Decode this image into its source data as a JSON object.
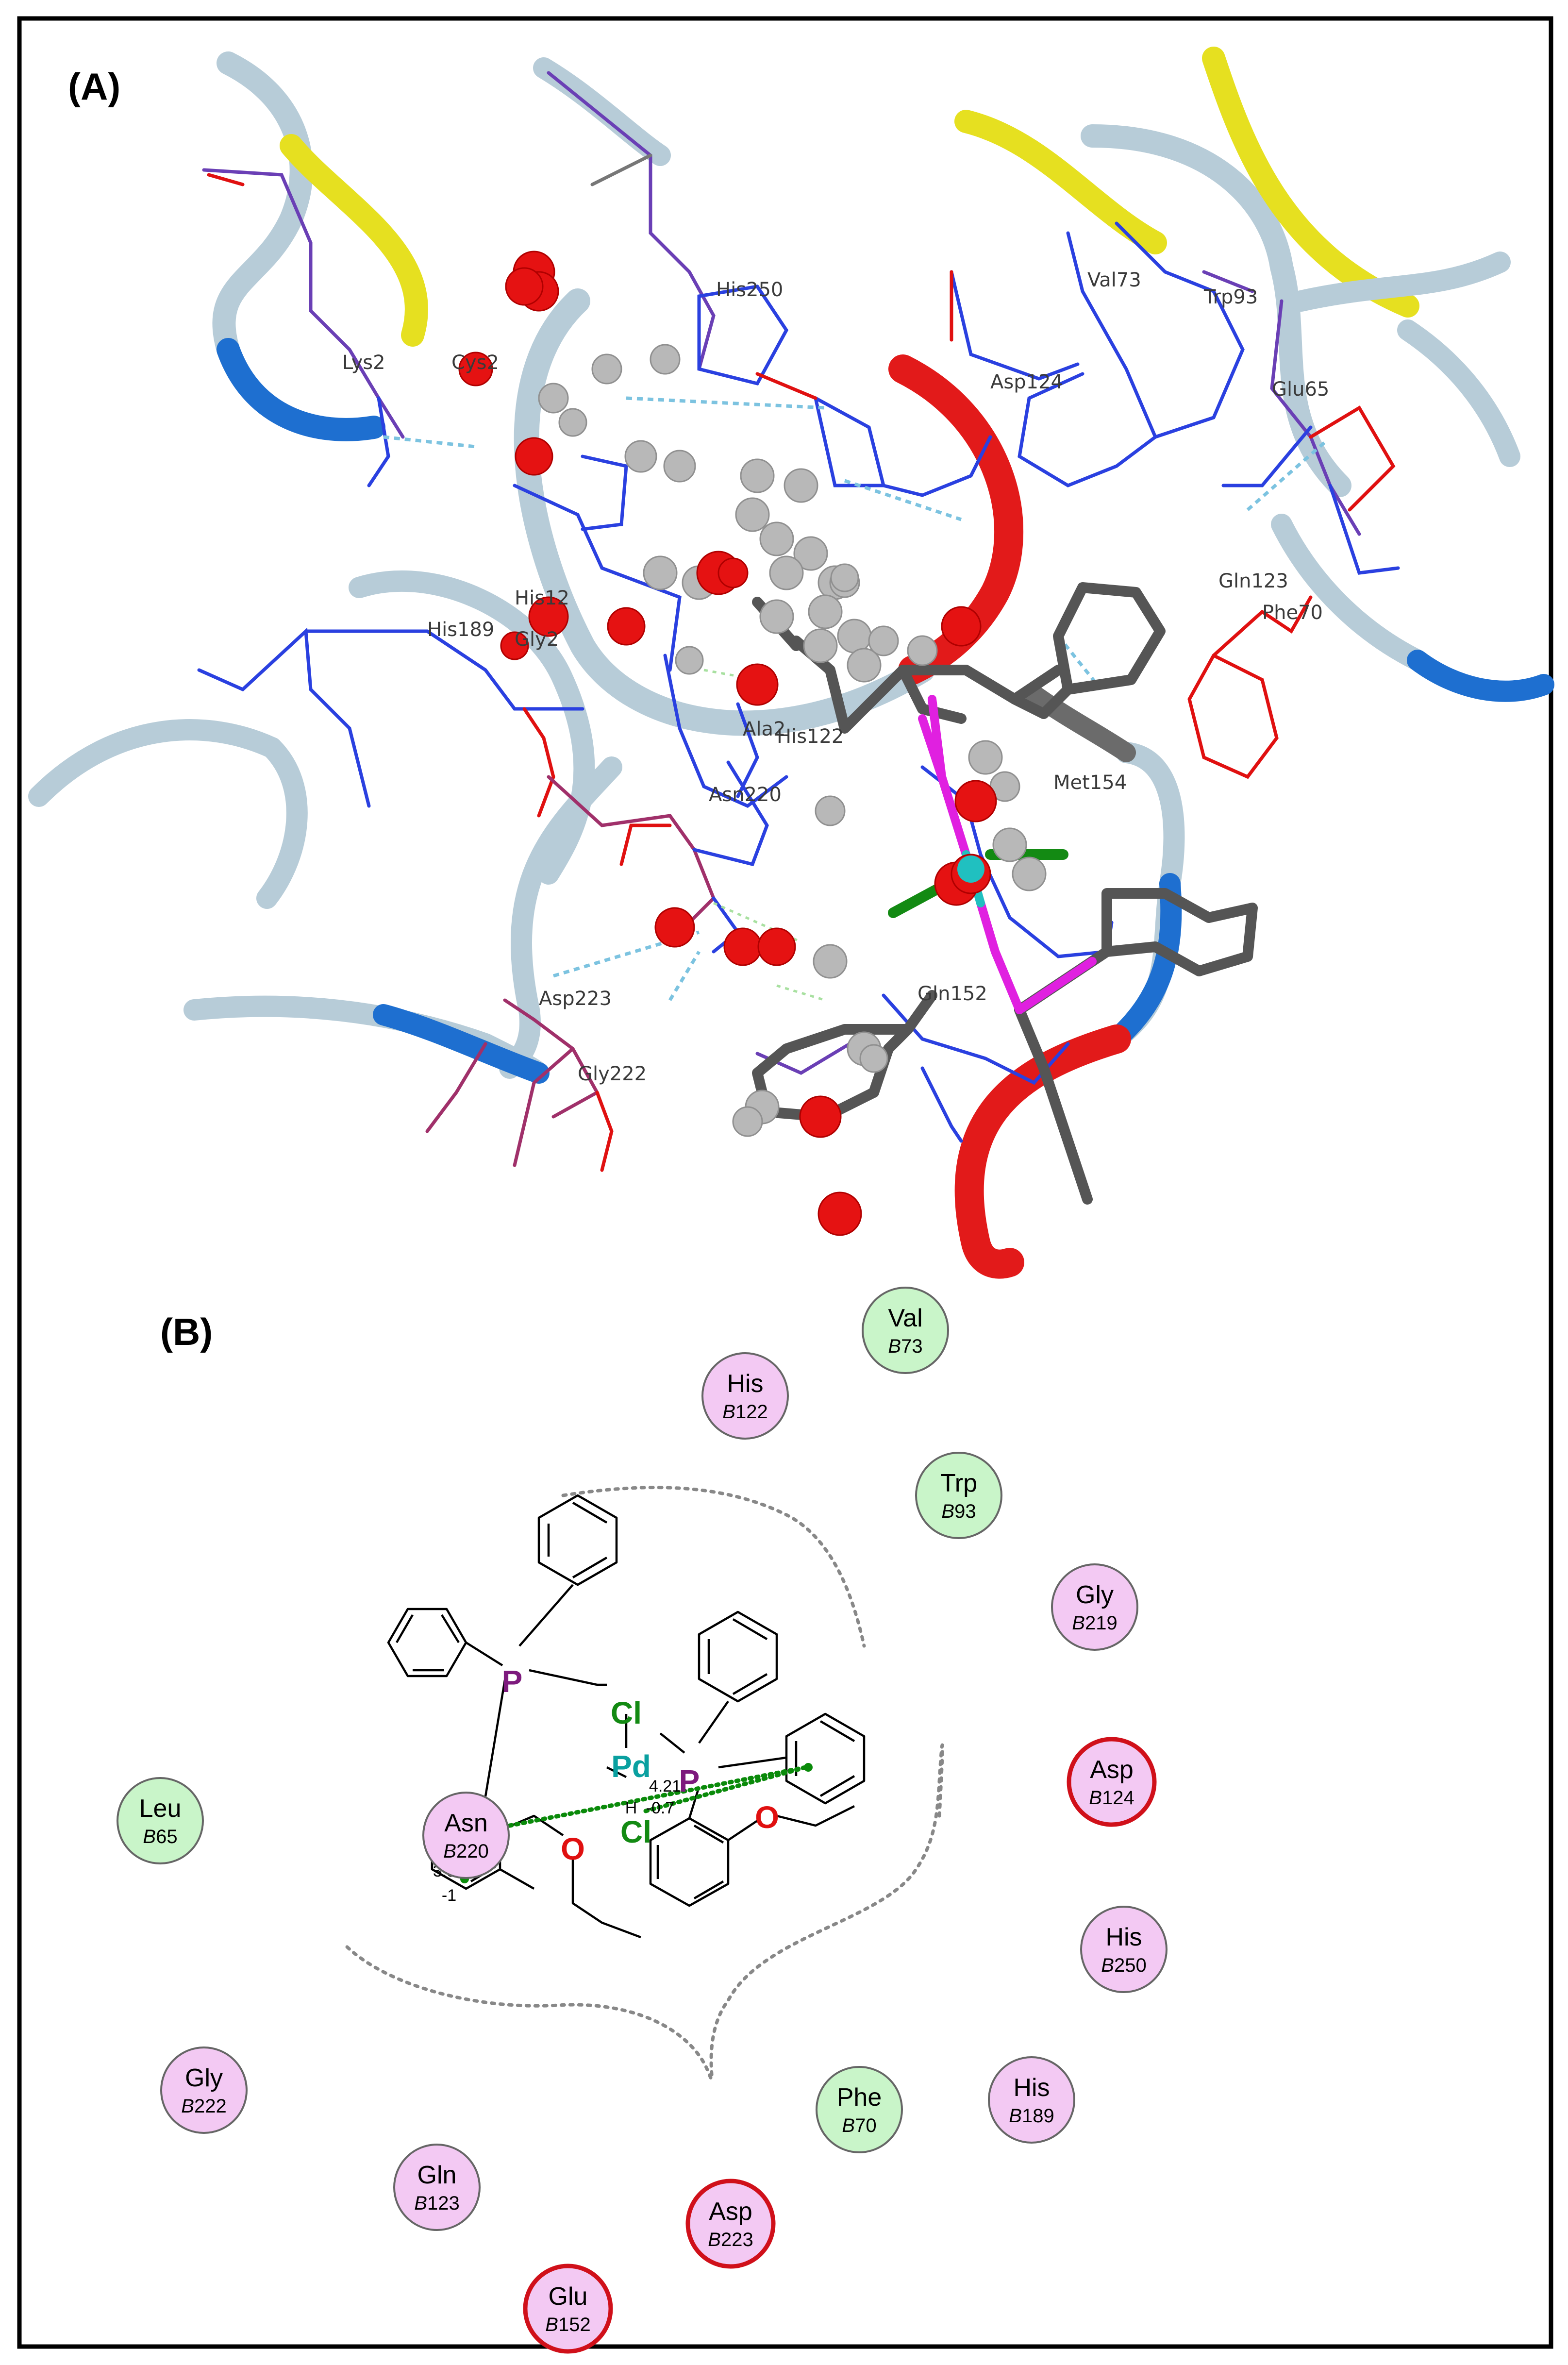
{
  "panels": {
    "a_label": "(A)",
    "b_label": "(B)"
  },
  "panel_a": {
    "residue_labels": [
      {
        "key": "his250",
        "text": "His250"
      },
      {
        "key": "lys",
        "text": "Lys2"
      },
      {
        "key": "cys",
        "text": "Cys2"
      },
      {
        "key": "asp124",
        "text": "Asp124"
      },
      {
        "key": "val73",
        "text": "Val73"
      },
      {
        "key": "trp93",
        "text": "Trp93"
      },
      {
        "key": "glu65",
        "text": "Glu65"
      },
      {
        "key": "his12",
        "text": "His12"
      },
      {
        "key": "his189",
        "text": "His189"
      },
      {
        "key": "gly2",
        "text": "Gly2"
      },
      {
        "key": "gln123",
        "text": "Gln123"
      },
      {
        "key": "phe70",
        "text": "Phe70"
      },
      {
        "key": "ala",
        "text": "Ala2"
      },
      {
        "key": "his122",
        "text": "His122"
      },
      {
        "key": "met154",
        "text": "Met154"
      },
      {
        "key": "asn220",
        "text": "Asn220"
      },
      {
        "key": "asp223",
        "text": "Asp223"
      },
      {
        "key": "gln152",
        "text": "Gln152"
      },
      {
        "key": "gly222",
        "text": "Gly222"
      }
    ]
  },
  "panel_b": {
    "residues": [
      {
        "name": "Val",
        "chain": "B",
        "number": "73",
        "type": "hydrophobic"
      },
      {
        "name": "His",
        "chain": "B",
        "number": "122",
        "type": "polar"
      },
      {
        "name": "Trp",
        "chain": "B",
        "number": "93",
        "type": "hydrophobic"
      },
      {
        "name": "Gly",
        "chain": "B",
        "number": "219",
        "type": "polar"
      },
      {
        "name": "Asp",
        "chain": "B",
        "number": "124",
        "type": "acidic"
      },
      {
        "name": "Leu",
        "chain": "B",
        "number": "65",
        "type": "hydrophobic"
      },
      {
        "name": "Asn",
        "chain": "B",
        "number": "220",
        "type": "polar"
      },
      {
        "name": "His",
        "chain": "B",
        "number": "250",
        "type": "polar"
      },
      {
        "name": "Gly",
        "chain": "B",
        "number": "222",
        "type": "polar"
      },
      {
        "name": "Phe",
        "chain": "B",
        "number": "70",
        "type": "hydrophobic"
      },
      {
        "name": "His",
        "chain": "B",
        "number": "189",
        "type": "polar"
      },
      {
        "name": "Gln",
        "chain": "B",
        "number": "123",
        "type": "polar"
      },
      {
        "name": "Asp",
        "chain": "B",
        "number": "223",
        "type": "acidic"
      },
      {
        "name": "Glu",
        "chain": "B",
        "number": "152",
        "type": "acidic"
      }
    ],
    "atoms": {
      "cl_top": "Cl",
      "cl_bottom": "Cl",
      "pd": "Pd",
      "p_left": "P",
      "p_right": "P",
      "o_left": "O",
      "o_right": "O",
      "h": "H"
    },
    "interactions": {
      "dist_right": "4.21",
      "energy_right": "-0.7",
      "dist_left": "3.82",
      "energy_left": "-1"
    }
  },
  "colors": {
    "hydrophobic_fill": "#c9f5c9",
    "polar_fill": "#f3c9f3",
    "acidic_stroke": "#d0101a",
    "pd": "#0aa0a0",
    "cl": "#138a13",
    "p": "#7d1a7d",
    "o": "#e01010"
  }
}
